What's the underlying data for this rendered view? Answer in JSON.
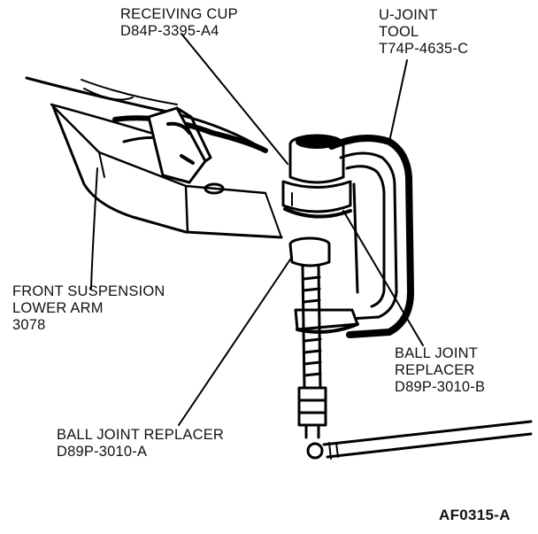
{
  "labels": {
    "receiving_cup": {
      "line1": "RECEIVING CUP",
      "line2": "D84P-3395-A4"
    },
    "u_joint_tool": {
      "line1": "U-JOINT",
      "line2": "TOOL",
      "line3": "T74P-4635-C"
    },
    "front_suspension_lower_arm": {
      "line1": "FRONT SUSPENSION",
      "line2": "LOWER ARM",
      "line3": "3078"
    },
    "ball_joint_replacer_b": {
      "line1": "BALL JOINT",
      "line2": "REPLACER",
      "line3": "D89P-3010-B"
    },
    "ball_joint_replacer_a": {
      "line1": "BALL JOINT REPLACER",
      "line2": "D89P-3010-A"
    }
  },
  "figure_id": "AF0315-A"
}
